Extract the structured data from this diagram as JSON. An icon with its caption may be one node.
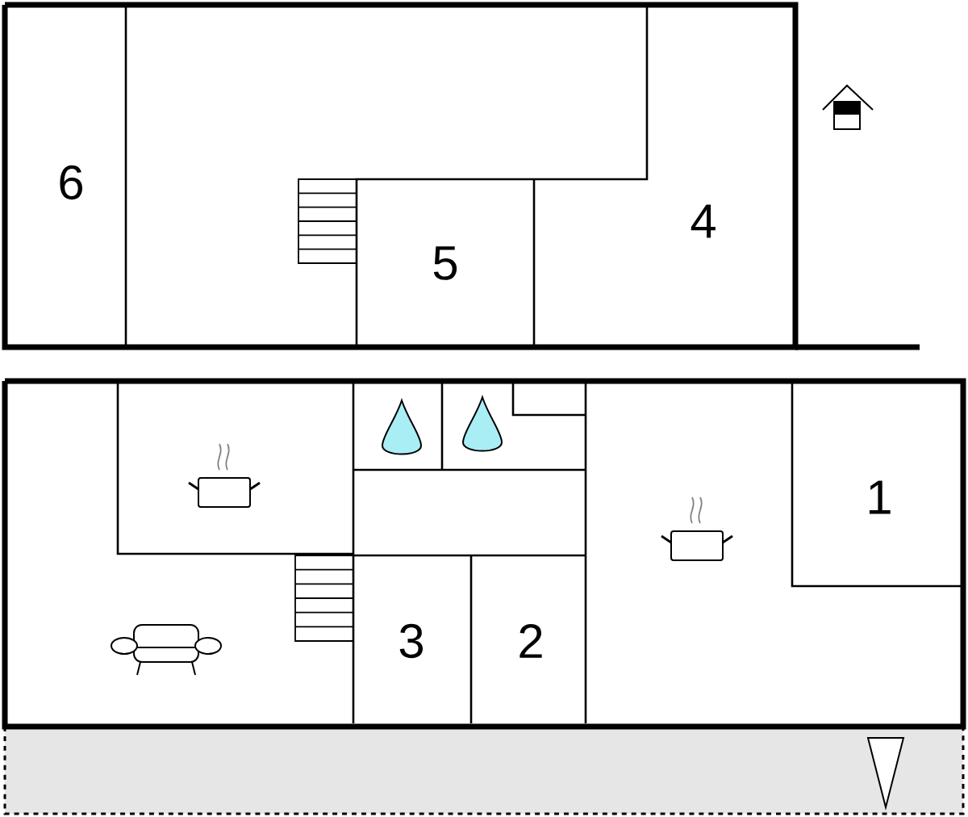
{
  "diagram": {
    "labels": [
      "6",
      "4",
      "5",
      "1",
      "3",
      "2"
    ]
  }
}
